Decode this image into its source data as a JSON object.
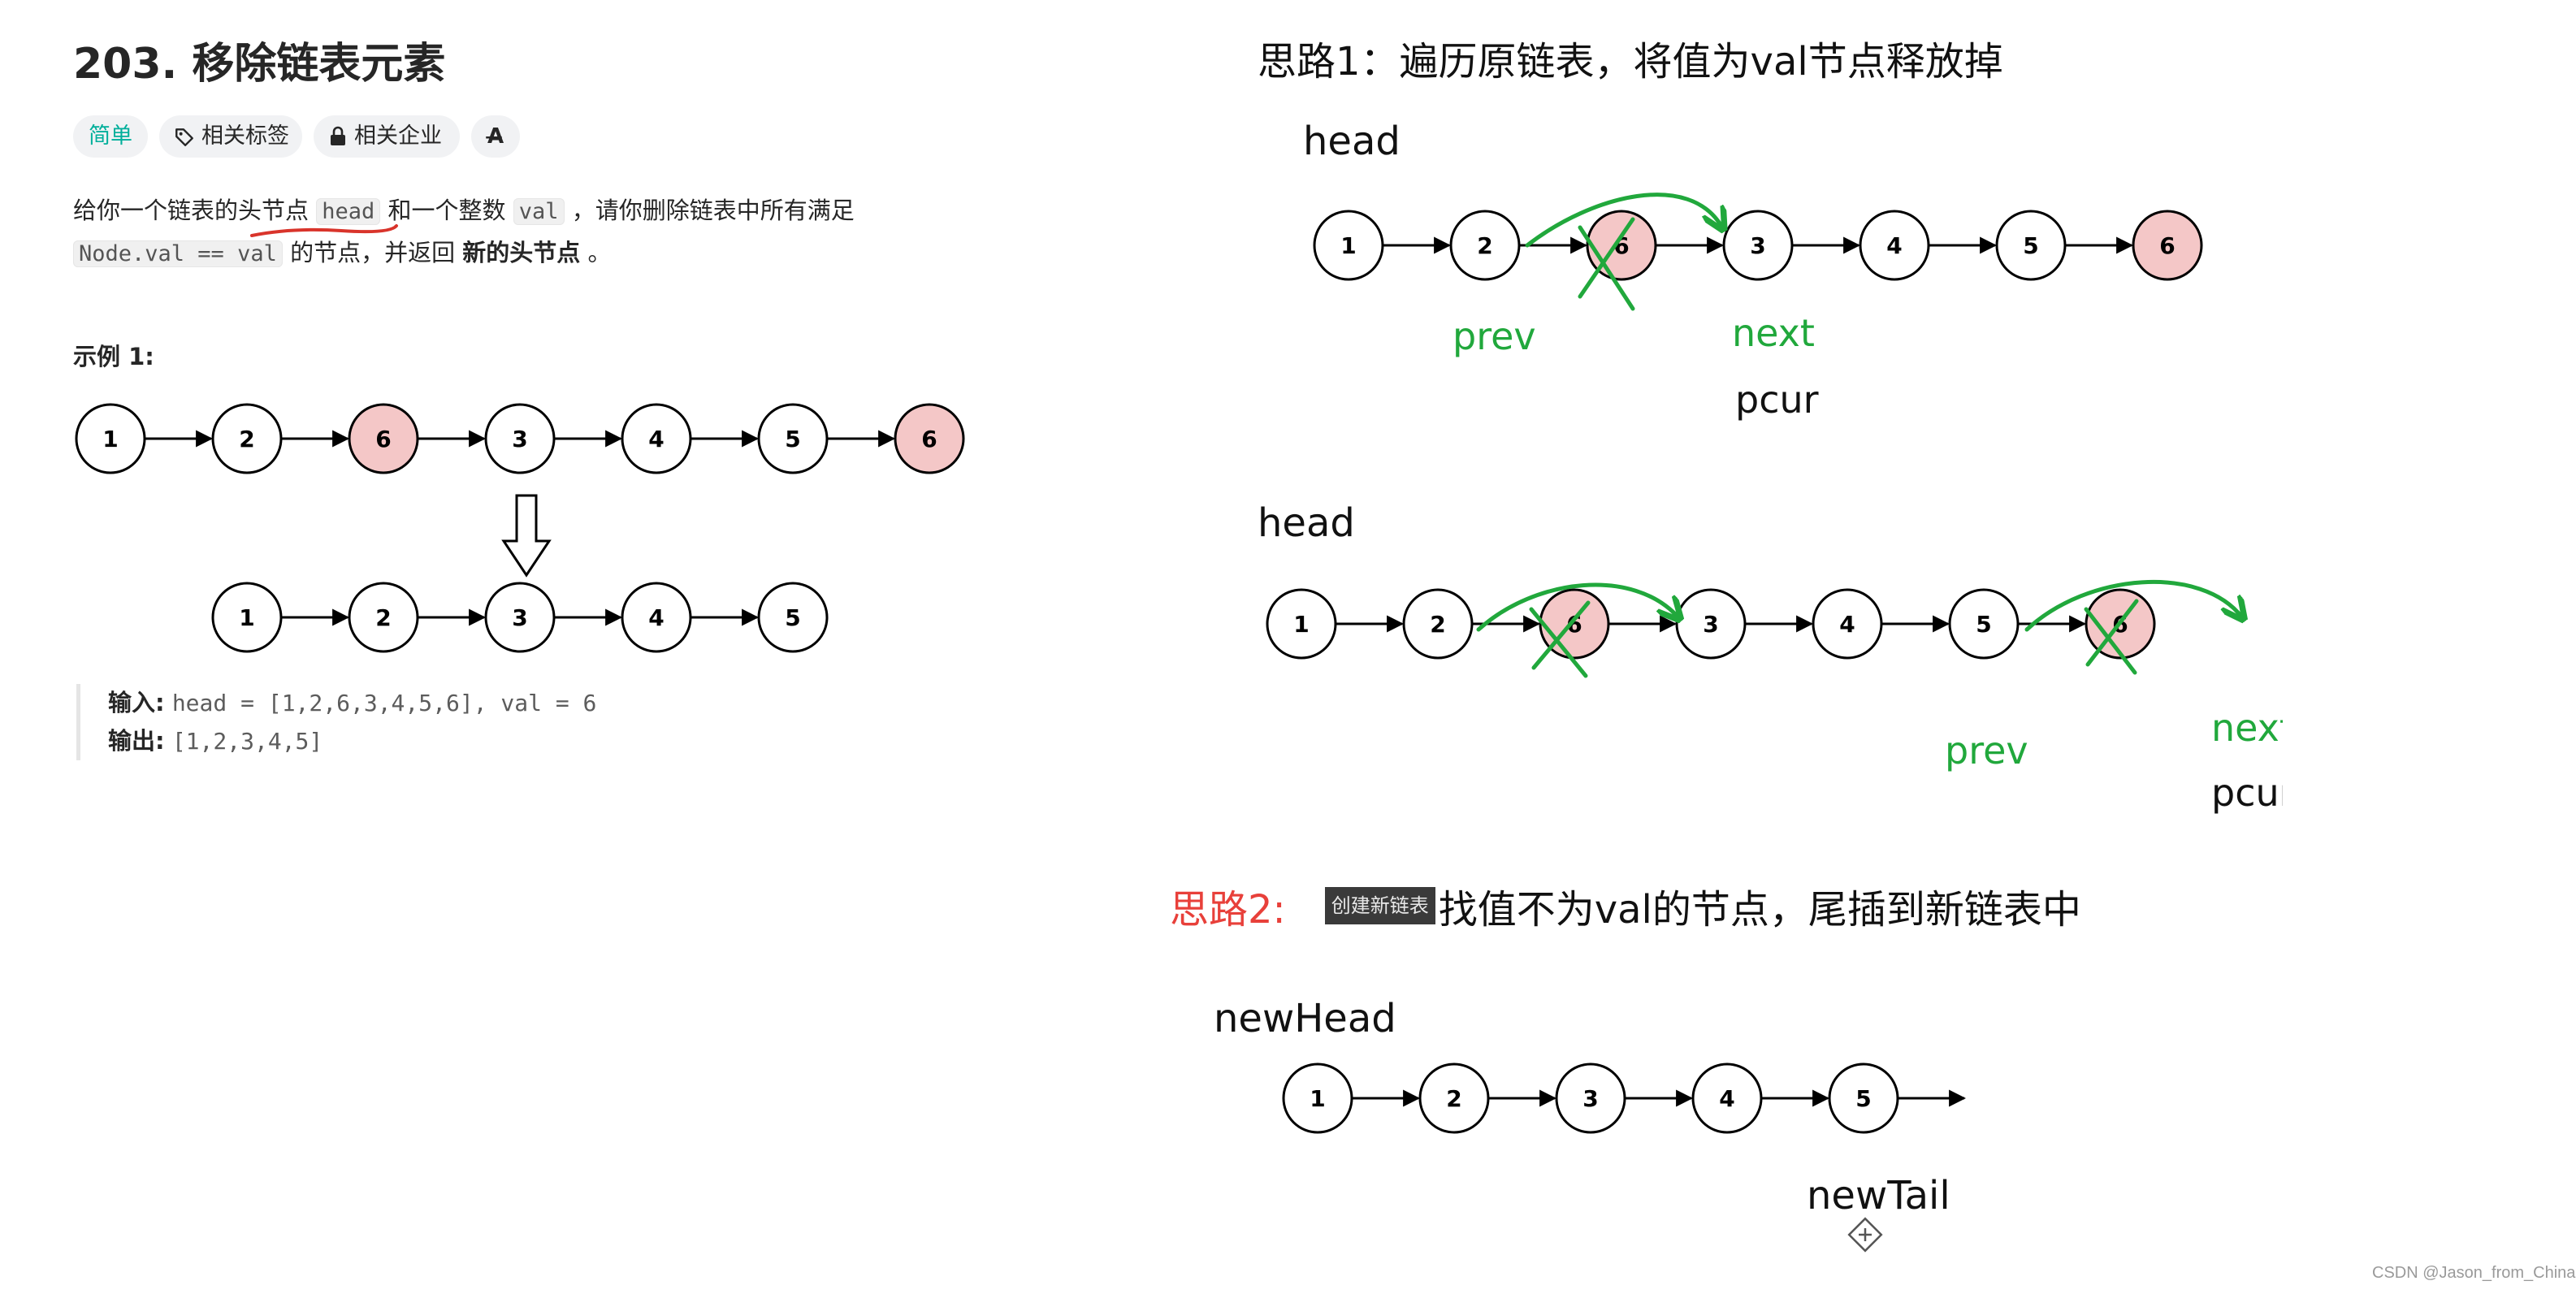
{
  "problem": {
    "title": "203. 移除链表元素",
    "tags": [
      "简单",
      "相关标签",
      "相关企业"
    ],
    "translate_label": "A̶",
    "desc_p1": "给你一个链表的",
    "desc_head_word": "头节点",
    "desc_head_code": "head",
    "desc_p2": "和一个整数",
    "desc_val_code": "val",
    "desc_p3": "，请你删除链表中所有满足",
    "desc_cond_code": "Node.val == val",
    "desc_p4": "的节点，并返回",
    "desc_bold": "新的头节点",
    "desc_p5": "。",
    "example_label": "示例 1:",
    "input_label": "输入:",
    "input_value": "head = [1,2,6,3,4,5,6], val = 6",
    "output_label": "输出:",
    "output_value": "[1,2,3,4,5]",
    "list_before": [
      "1",
      "2",
      "6",
      "3",
      "4",
      "5",
      "6"
    ],
    "list_after": [
      "1",
      "2",
      "3",
      "4",
      "5"
    ],
    "highlight_value": "6"
  },
  "idea1": {
    "title": "思路1：遍历原链表，将值为val节点释放掉",
    "diagram1": {
      "head_label": "head",
      "nodes": [
        "1",
        "2",
        "6",
        "3",
        "4",
        "5",
        "6"
      ],
      "prev_label": "prev",
      "next_label": "next",
      "pcur_label": "pcur"
    },
    "diagram2": {
      "head_label": "head",
      "nodes": [
        "1",
        "2",
        "6",
        "3",
        "4",
        "5",
        "6"
      ],
      "prev_label": "prev",
      "next_label": "next",
      "pcur_label": "pcur"
    }
  },
  "idea2": {
    "title_label": "思路2:",
    "badge": "创建新链表",
    "title_rest": "找值不为val的节点，尾插到新链表中",
    "new_head_label": "newHead",
    "nodes": [
      "1",
      "2",
      "3",
      "4",
      "5"
    ],
    "new_tail_label": "newTail"
  },
  "watermark": "CSDN @Jason_from_China",
  "colors": {
    "highlight_node": "#f4c7c7",
    "annotation_green": "#21a83c",
    "idea2_red": "#e8403a",
    "easy_tag": "#00af9b",
    "underline_red": "#d9342b"
  }
}
